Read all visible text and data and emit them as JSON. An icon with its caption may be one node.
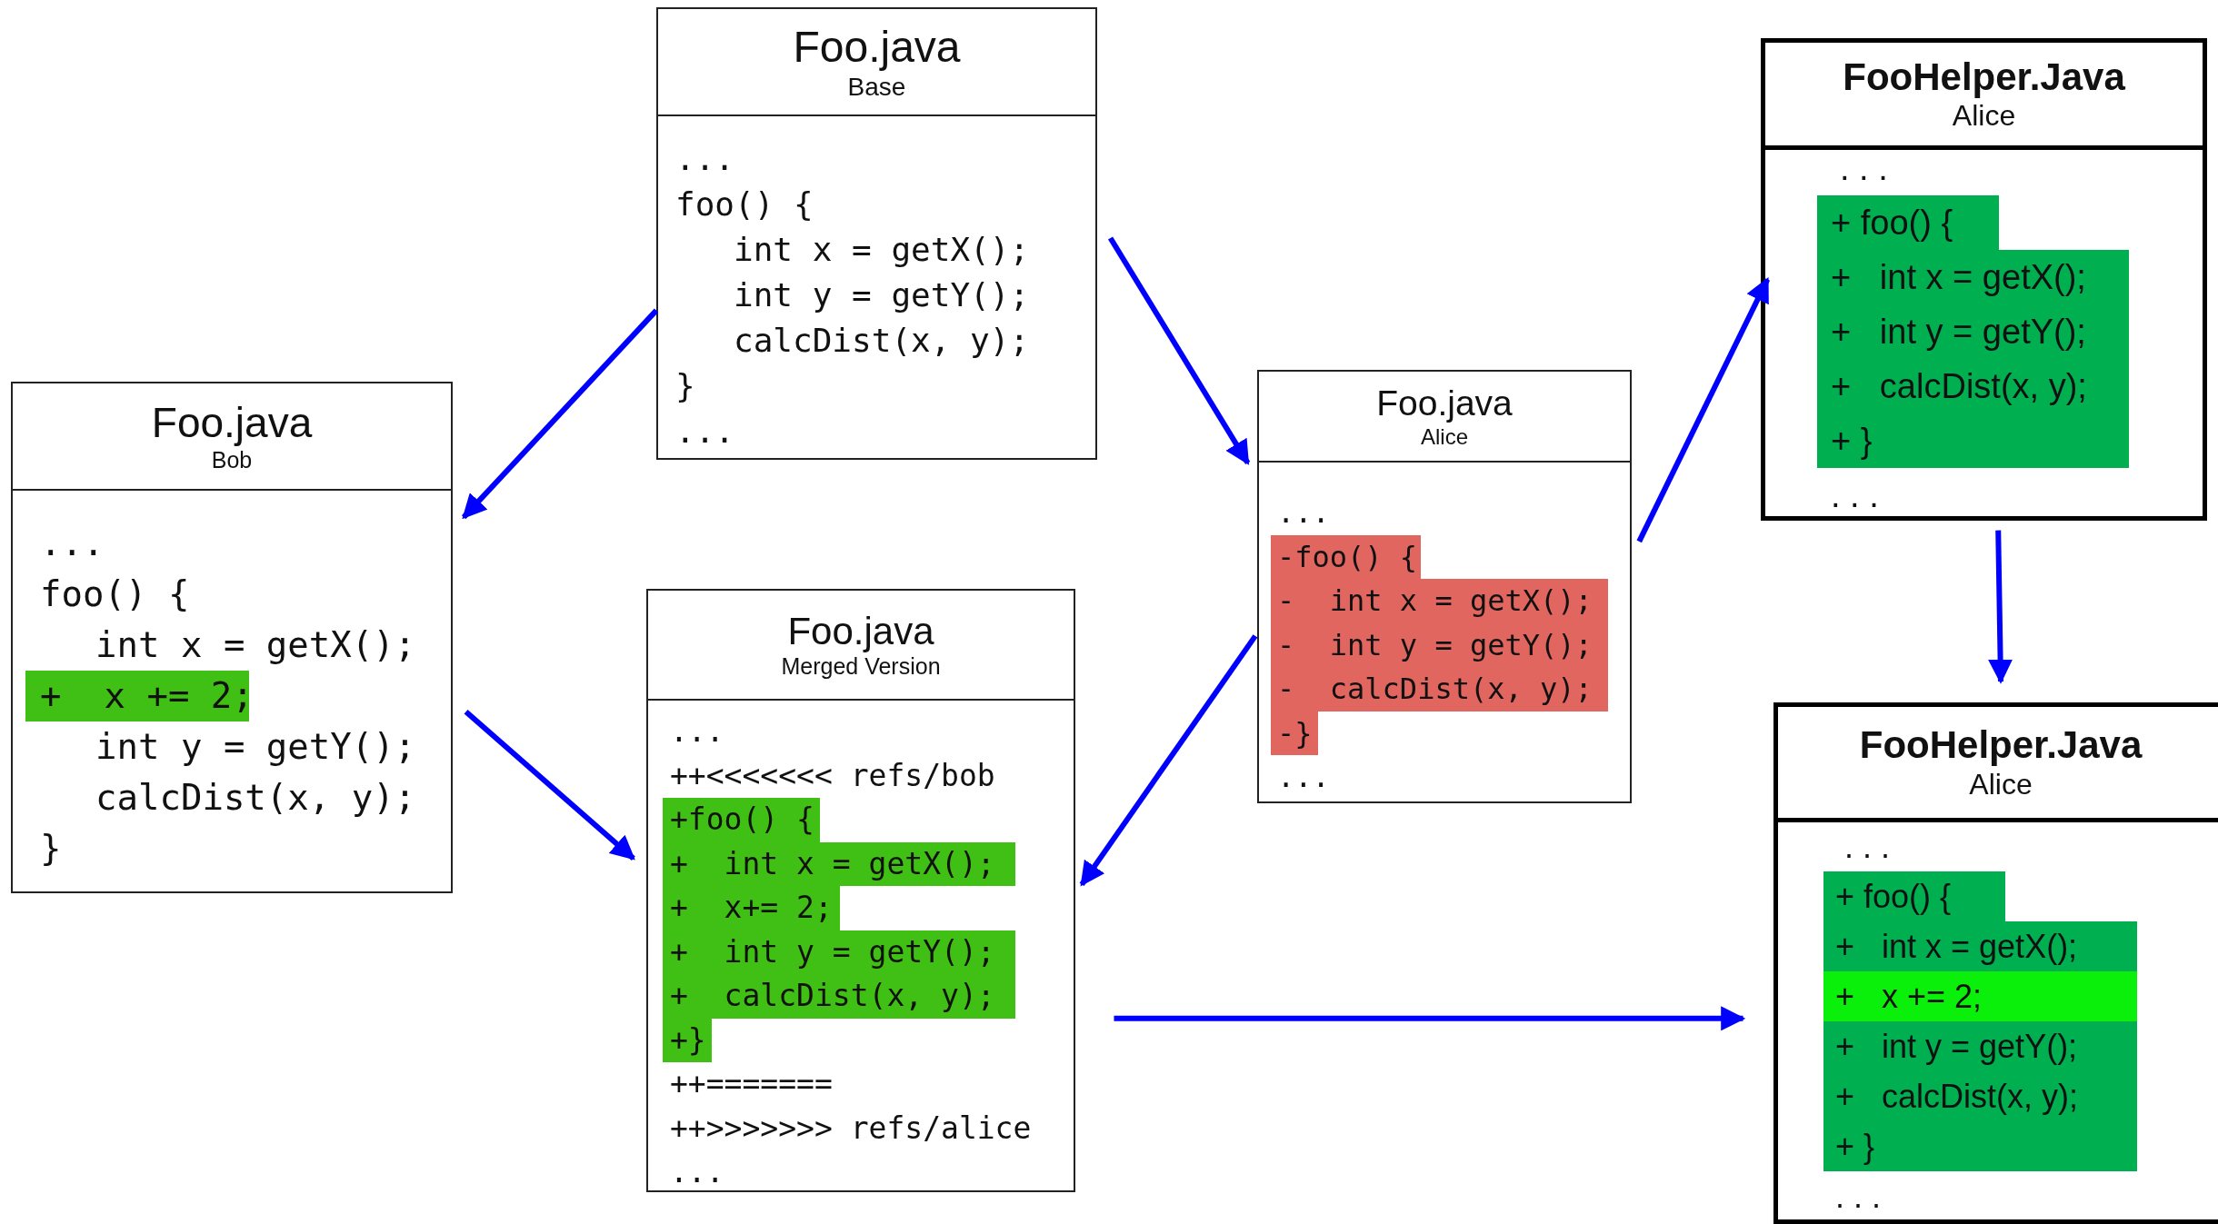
{
  "diagram": {
    "nodes": [
      {
        "text": [
          "Foo.java",
          "Base",
          "...",
          "foo() {",
          "int x = getX();",
          "int y = getY();",
          "calcDist(x, y);",
          "}",
          "..."
        ]
      },
      {
        "text": [
          "Foo.java",
          "Bob",
          "...",
          "foo() {",
          "int x = getX();",
          "+  x += 2;",
          "int y = getY();",
          "calcDist(x, y);",
          "}"
        ]
      },
      {
        "text": [
          "Foo.java",
          "Merged Version",
          "...",
          "++<<<<<<< refs/bob",
          "+foo() {",
          "+  int x = getX();",
          "+  x+= 2;",
          "+  int y = getY();",
          "+  calcDist(x, y);",
          "+}",
          "++=======",
          "++>>>>>>> refs/alice",
          "..."
        ]
      },
      {
        "text": [
          "Foo.java",
          "Alice",
          "...",
          "-foo() {",
          "-  int x = getX();",
          "-  int y = getY();",
          "-  calcDist(x, y);",
          "-}",
          "..."
        ]
      },
      {
        "text": [
          "FooHelper.Java",
          "Alice",
          ". . .",
          "+ foo() {",
          "+   int x = getX();",
          "+   int y = getY();",
          "+   calcDist(x, y);",
          "+ }",
          ". . ."
        ]
      },
      {
        "text": [
          "FooHelper.Java",
          "Alice",
          ". . .",
          "+ foo() {",
          "+   int x = getX();",
          "+   x += 2;",
          "+   int y = getY();",
          "+   calcDist(x, y);",
          "+ }",
          ". . ."
        ]
      }
    ],
    "edges": [
      {
        "from": 0,
        "to": 1,
        "arrow": "to"
      },
      {
        "from": 0,
        "to": 3,
        "arrow": "to"
      },
      {
        "from": 1,
        "to": 2,
        "arrow": "to"
      },
      {
        "from": 3,
        "to": 2,
        "arrow": "to"
      },
      {
        "from": 3,
        "to": 4,
        "arrow": "to"
      },
      {
        "from": 4,
        "to": 5,
        "arrow": "to"
      },
      {
        "from": 2,
        "to": 5,
        "arrow": "to"
      }
    ]
  }
}
